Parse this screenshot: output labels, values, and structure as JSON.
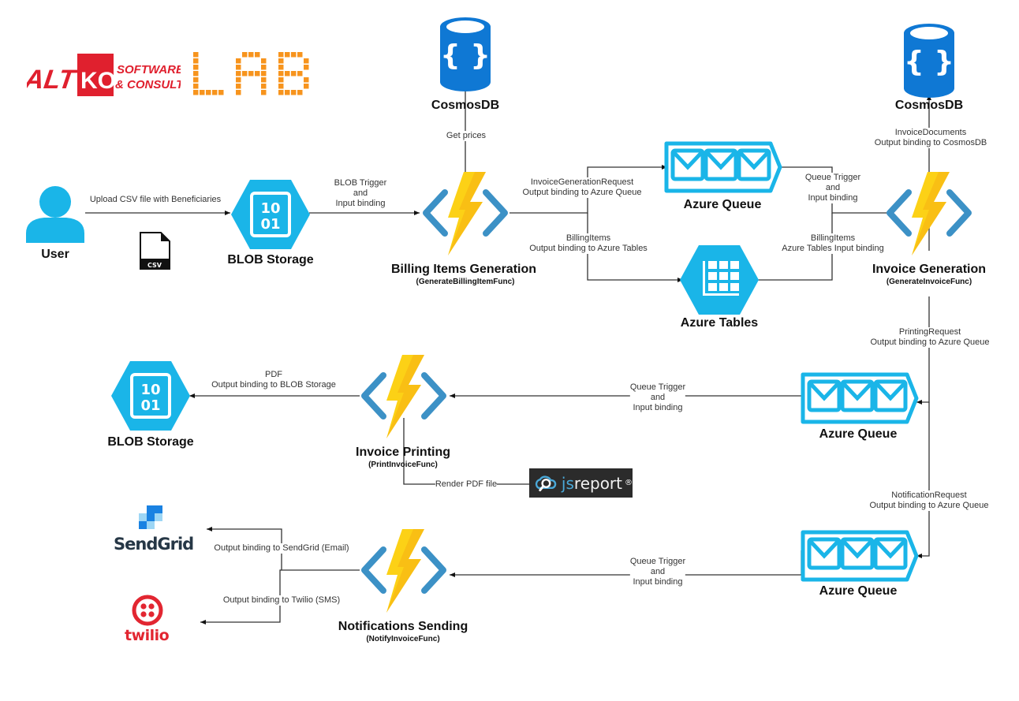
{
  "logos": {
    "company_main": "ALTKOM",
    "company_sub_line1": "SOFTWARE",
    "company_sub_line2": "& CONSULTING",
    "lab": "LAB",
    "jsreport_js": "js",
    "jsreport_rest": "report",
    "jsreport_reg": "®",
    "sendgrid": "SendGrid",
    "twilio": "twilio",
    "csv": "CSV"
  },
  "colors": {
    "azure_blue": "#1ab5e8",
    "cosmos_blue": "#0f78d4",
    "function_bracket": "#3c91c6",
    "bolt_yellow": "#fcd116",
    "bolt_orange": "#f5b014",
    "altkom_red": "#e0202e",
    "lab_orange": "#f7941d",
    "line": "#333333"
  },
  "nodes": {
    "user": {
      "title": "User"
    },
    "blob1": {
      "title": "BLOB Storage",
      "glyph": "10\n01"
    },
    "cosmos1": {
      "title": "CosmosDB"
    },
    "billing_func": {
      "title": "Billing Items Generation",
      "subtitle": "(GenerateBillingItemFunc)"
    },
    "queue1": {
      "title": "Azure Queue"
    },
    "tables": {
      "title": "Azure Tables"
    },
    "cosmos2": {
      "title": "CosmosDB"
    },
    "invoice_func": {
      "title": "Invoice Generation",
      "subtitle": "(GenerateInvoiceFunc)"
    },
    "blob2": {
      "title": "BLOB Storage",
      "glyph": "10\n01"
    },
    "print_func": {
      "title": "Invoice Printing",
      "subtitle": "(PrintInvoiceFunc)"
    },
    "queue2": {
      "title": "Azure Queue"
    },
    "queue3": {
      "title": "Azure Queue"
    },
    "notify_func": {
      "title": "Notifications Sending",
      "subtitle": "(NotifyInvoiceFunc)"
    }
  },
  "edges": {
    "upload": "Upload CSV file with Beneficiaries",
    "blob_trigger": "BLOB Trigger\nand\nInput binding",
    "get_prices": "Get prices",
    "invoice_gen_request": "InvoiceGenerationRequest\nOutput binding to Azure Queue",
    "billing_items_out": "BillingItems\nOutput binding to Azure Tables",
    "queue_trigger1": "Queue Trigger\nand\nInput binding",
    "billing_items_in": "BillingItems\nAzure Tables Input binding",
    "invoice_documents": "InvoiceDocuments\nOutput binding to CosmosDB",
    "printing_request": "PrintingRequest\nOutput binding to Azure Queue",
    "queue_trigger2": "Queue Trigger\nand\nInput binding",
    "pdf_output": "PDF\nOutput binding to BLOB Storage",
    "render_pdf": "Render PDF file",
    "notification_request": "NotificationRequest\nOutput binding to Azure Queue",
    "queue_trigger3": "Queue Trigger\nand\nInput binding",
    "sendgrid_out": "Output binding to SendGrid (Email)",
    "twilio_out": "Output binding to Twilio (SMS)"
  }
}
